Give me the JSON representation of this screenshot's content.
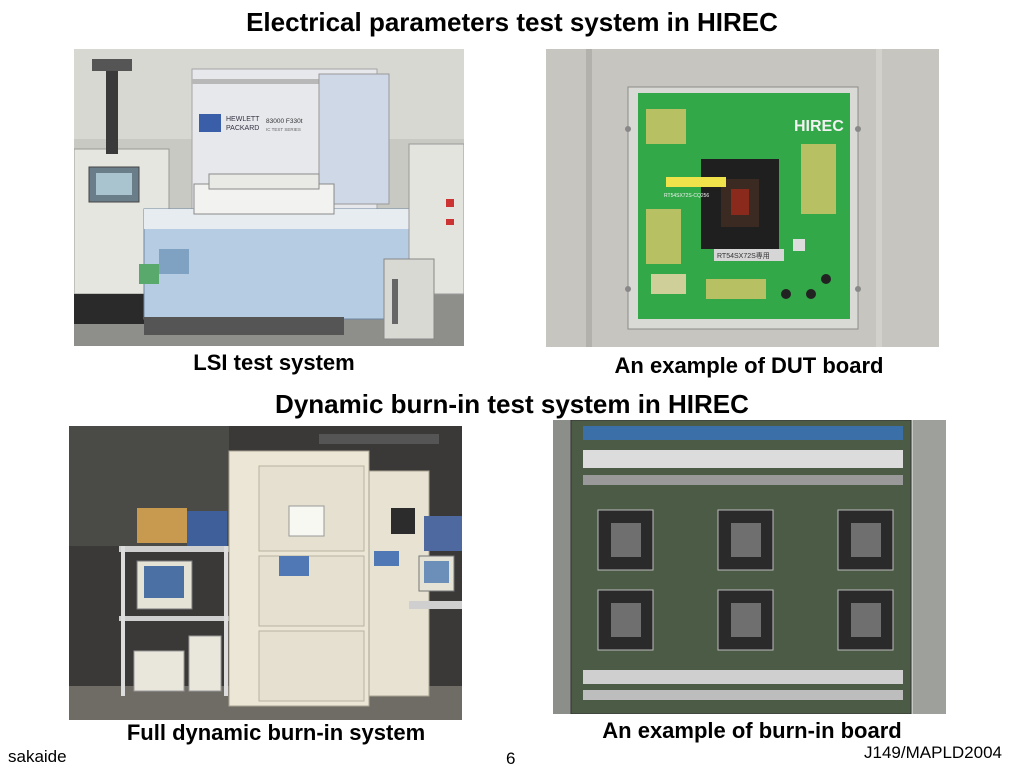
{
  "slide": {
    "title_top": "Electrical parameters test system in HIREC",
    "title_bottom": "Dynamic burn-in test system in HIREC"
  },
  "photos": [
    {
      "caption": "LSI test system",
      "labels": {
        "brand_line1": "HEWLETT",
        "brand_line2": "PACKARD",
        "model": "83000 F330t",
        "series": "IC TEST SERIES"
      }
    },
    {
      "caption": "An example of DUT board",
      "labels": {
        "board_brand": "HIREC",
        "chip_label": "RT54SX72S専用",
        "part_label": "RT54SX72S-CQ256"
      }
    },
    {
      "caption": "Full dynamic burn-in system",
      "labels": {}
    },
    {
      "caption": "An example of burn-in board",
      "labels": {}
    }
  ],
  "footer": {
    "author": "sakaide",
    "page": "6",
    "ref": "J149/MAPLD2004"
  }
}
